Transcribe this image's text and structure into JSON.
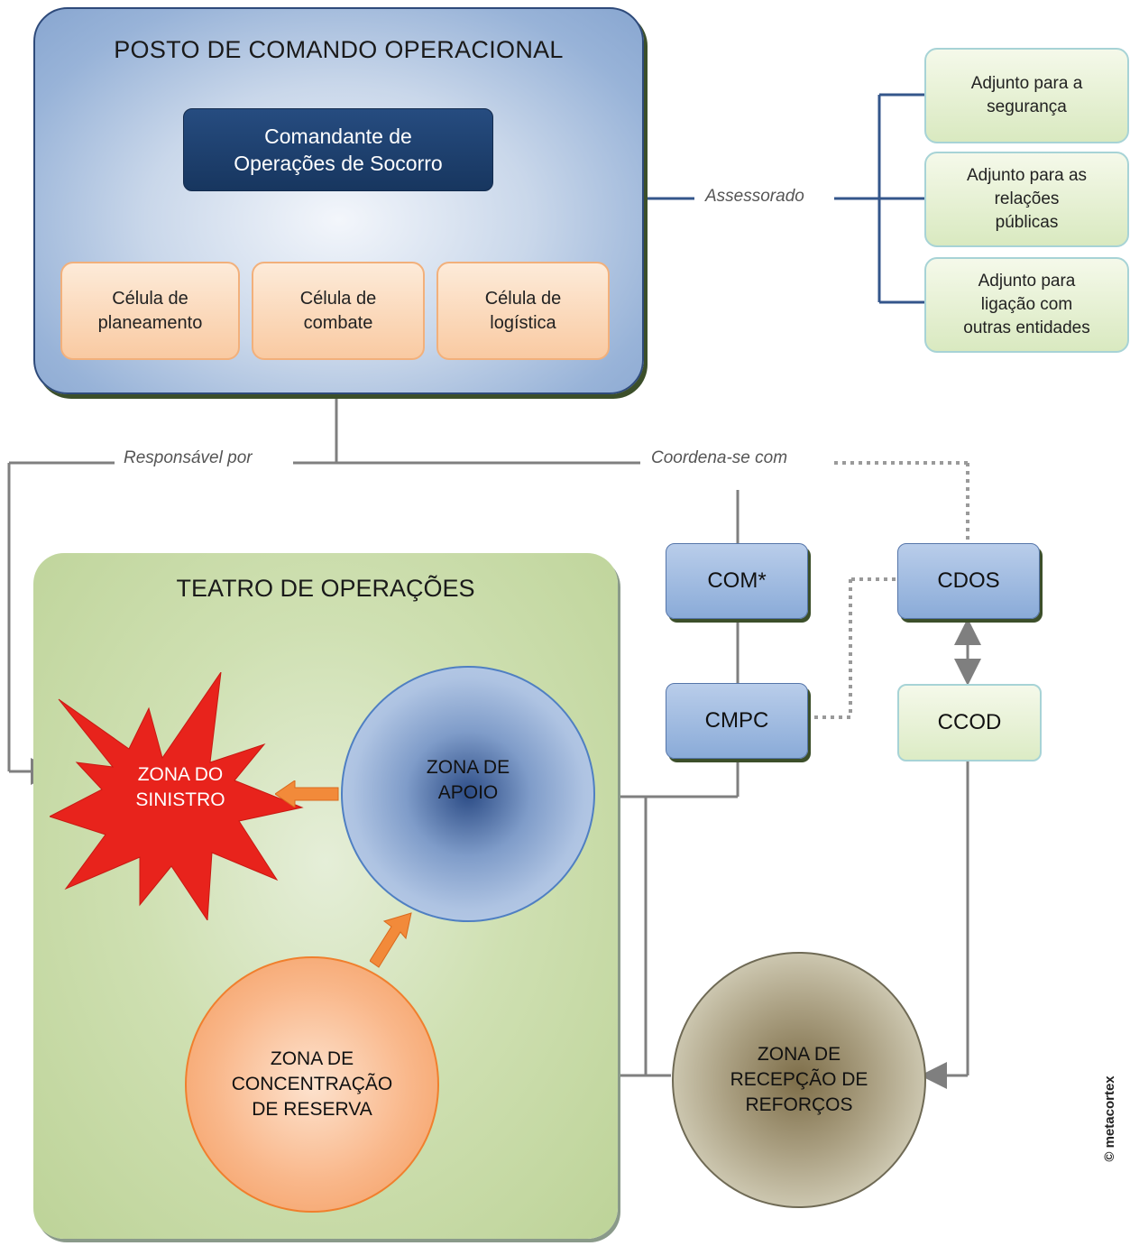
{
  "command_post": {
    "title": "POSTO DE COMANDO OPERACIONAL",
    "commander_line1": "Comandante de",
    "commander_line2": "Operações de Socorro",
    "cells": [
      {
        "line1": "Célula de",
        "line2": "planeamento"
      },
      {
        "line1": "Célula de",
        "line2": "combate"
      },
      {
        "line1": "Célula de",
        "line2": "logística"
      }
    ]
  },
  "advisors": {
    "link_label": "Assessorado",
    "items": [
      {
        "lines": [
          "Adjunto para a",
          "segurança"
        ]
      },
      {
        "lines": [
          "Adjunto para as",
          "relações",
          "públicas"
        ]
      },
      {
        "lines": [
          "Adjunto para",
          "ligação com",
          "outras entidades"
        ]
      }
    ]
  },
  "links": {
    "responsible_for": "Responsável por",
    "coordinates_with": "Coordena-se com"
  },
  "theatre": {
    "title": "TEATRO DE OPERAÇÕES",
    "disaster_zone": [
      "ZONA DO",
      "SINISTRO"
    ],
    "support_zone": [
      "ZONA DE",
      "APOIO"
    ],
    "reserve_zone": [
      "ZONA DE",
      "CONCENTRAÇÃO",
      "DE RESERVA"
    ]
  },
  "external": {
    "reinforcement_zone": [
      "ZONA DE",
      "RECEPÇÃO DE",
      "REFORÇOS"
    ],
    "com": "COM*",
    "cmpc": "CMPC",
    "cdos": "CDOS",
    "ccod": "CCOD"
  },
  "copyright": "© metacortex",
  "colors": {
    "line_blue": "#34568b",
    "line_gray": "#808080",
    "burst_red": "#e8231c",
    "arrow_orange": "#f28a3a"
  }
}
